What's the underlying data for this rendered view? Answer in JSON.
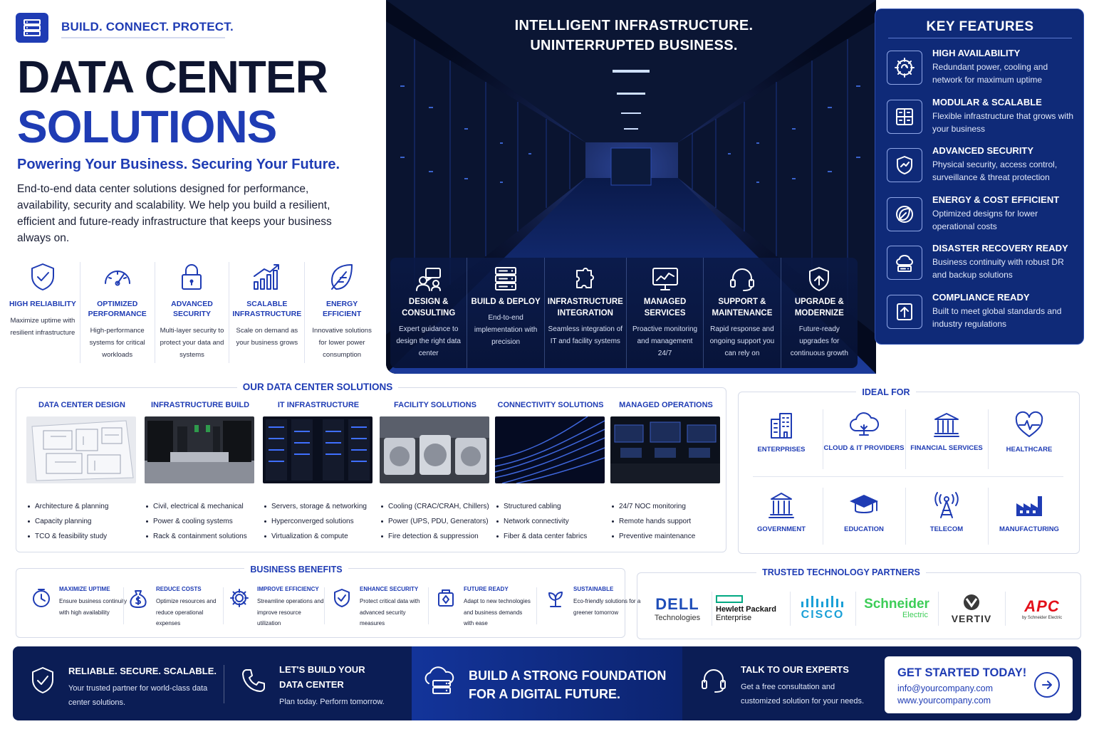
{
  "header": {
    "tagline": "BUILD. CONNECT. PROTECT.",
    "title_line1": "DATA CENTER",
    "title_line2": "SOLUTIONS",
    "subtitle": "Powering Your Business. Securing Your Future.",
    "intro": "End-to-end data center solutions designed for performance, availability, security and scalability. We help you build a resilient, efficient and future-ready infrastructure that keeps your business always on."
  },
  "top_features": [
    {
      "icon": "shield-check-icon",
      "title": "HIGH RELIABILITY",
      "desc": "Maximize uptime with resilient infrastructure"
    },
    {
      "icon": "gauge-icon",
      "title": "OPTIMIZED PERFORMANCE",
      "desc": "High-performance systems for critical workloads"
    },
    {
      "icon": "lock-icon",
      "title": "ADVANCED SECURITY",
      "desc": "Multi-layer security to protect your data and systems"
    },
    {
      "icon": "growth-chart-icon",
      "title": "SCALABLE INFRASTRUCTURE",
      "desc": "Scale on demand as your business grows"
    },
    {
      "icon": "leaf-icon",
      "title": "ENERGY EFFICIENT",
      "desc": "Innovative solutions for lower power consumption"
    }
  ],
  "hero": {
    "title_line1": "INTELLIGENT INFRASTRUCTURE.",
    "title_line2": "UNINTERRUPTED BUSINESS."
  },
  "hero_services": [
    {
      "icon": "consulting-icon",
      "title": "DESIGN & CONSULTING",
      "desc": "Expert guidance to design the right data center"
    },
    {
      "icon": "server-stack-icon",
      "title": "BUILD & DEPLOY",
      "desc": "End-to-end implementation with precision"
    },
    {
      "icon": "puzzle-icon",
      "title": "INFRASTRUCTURE INTEGRATION",
      "desc": "Seamless integration of IT and facility systems"
    },
    {
      "icon": "monitor-chart-icon",
      "title": "MANAGED SERVICES",
      "desc": "Proactive monitoring and management 24/7"
    },
    {
      "icon": "headset-icon",
      "title": "SUPPORT & MAINTENANCE",
      "desc": "Rapid response and ongoing support you can rely on"
    },
    {
      "icon": "shield-upgrade-icon",
      "title": "UPGRADE & MODERNIZE",
      "desc": "Future-ready upgrades for continuous growth"
    }
  ],
  "key_features": {
    "title": "KEY FEATURES",
    "items": [
      {
        "icon": "availability-icon",
        "title": "HIGH AVAILABILITY",
        "desc": "Redundant power, cooling and network for maximum uptime"
      },
      {
        "icon": "modular-icon",
        "title": "MODULAR & SCALABLE",
        "desc": "Flexible infrastructure that grows with your business"
      },
      {
        "icon": "shield-icon",
        "title": "ADVANCED SECURITY",
        "desc": "Physical security, access control, surveillance & threat protection"
      },
      {
        "icon": "energy-icon",
        "title": "ENERGY & COST EFFICIENT",
        "desc": "Optimized designs for lower operational costs"
      },
      {
        "icon": "disaster-recovery-icon",
        "title": "DISASTER RECOVERY READY",
        "desc": "Business continuity with robust DR and backup solutions"
      },
      {
        "icon": "compliance-icon",
        "title": "COMPLIANCE READY",
        "desc": "Built to meet global standards and industry regulations"
      }
    ]
  },
  "solutions": {
    "title": "OUR DATA CENTER SOLUTIONS",
    "columns": [
      {
        "title": "DATA CENTER DESIGN",
        "items": [
          "Architecture & planning",
          "Capacity planning",
          "TCO & feasibility study"
        ]
      },
      {
        "title": "INFRASTRUCTURE BUILD",
        "items": [
          "Civil, electrical & mechanical",
          "Power & cooling systems",
          "Rack & containment solutions"
        ]
      },
      {
        "title": "IT INFRASTRUCTURE",
        "items": [
          "Servers, storage & networking",
          "Hyperconverged solutions",
          "Virtualization & compute"
        ]
      },
      {
        "title": "FACILITY SOLUTIONS",
        "items": [
          "Cooling (CRAC/CRAH, Chillers)",
          "Power (UPS, PDU, Generators)",
          "Fire detection & suppression"
        ]
      },
      {
        "title": "CONNECTIVITY SOLUTIONS",
        "items": [
          "Structured cabling",
          "Network connectivity",
          "Fiber & data center fabrics"
        ]
      },
      {
        "title": "MANAGED OPERATIONS",
        "items": [
          "24/7 NOC monitoring",
          "Remote hands support",
          "Preventive maintenance"
        ]
      }
    ]
  },
  "ideal_for": {
    "title": "IDEAL FOR",
    "items": [
      {
        "icon": "building-icon",
        "label": "ENTERPRISES"
      },
      {
        "icon": "cloud-icon",
        "label": "CLOUD & IT PROVIDERS"
      },
      {
        "icon": "bank-icon",
        "label": "FINANCIAL SERVICES"
      },
      {
        "icon": "heart-pulse-icon",
        "label": "HEALTHCARE"
      },
      {
        "icon": "government-icon",
        "label": "GOVERNMENT"
      },
      {
        "icon": "graduation-cap-icon",
        "label": "EDUCATION"
      },
      {
        "icon": "antenna-icon",
        "label": "TELECOM"
      },
      {
        "icon": "factory-icon",
        "label": "MANUFACTURING"
      }
    ]
  },
  "benefits": {
    "title": "BUSINESS BENEFITS",
    "items": [
      {
        "icon": "clock-icon",
        "title": "MAXIMIZE UPTIME",
        "desc": "Ensure business continuity with high availability"
      },
      {
        "icon": "money-bag-icon",
        "title": "REDUCE COSTS",
        "desc": "Optimize resources and reduce operational expenses"
      },
      {
        "icon": "cog-icon",
        "title": "IMPROVE EFFICIENCY",
        "desc": "Streamline operations and improve resource utilization"
      },
      {
        "icon": "shield-icon",
        "title": "ENHANCE SECURITY",
        "desc": "Protect critical data with advanced security measures"
      },
      {
        "icon": "rocket-icon",
        "title": "FUTURE READY",
        "desc": "Adapt to new technologies and business demands with ease"
      },
      {
        "icon": "eco-icon",
        "title": "SUSTAINABLE",
        "desc": "Eco-friendly solutions for a greener tomorrow"
      }
    ]
  },
  "partners": {
    "title": "TRUSTED TECHNOLOGY PARTNERS",
    "dell": {
      "name": "DELL",
      "sub": "Technologies"
    },
    "hpe": {
      "line1": "Hewlett Packard",
      "line2": "Enterprise"
    },
    "cisco": {
      "name": "CISCO"
    },
    "schneider": {
      "name": "Schneider",
      "sub": "Electric"
    },
    "vertiv": {
      "name": "VERTIV"
    },
    "apc": {
      "name": "APC",
      "sub": "by Schneider Electric"
    }
  },
  "footer": {
    "b1": {
      "title": "RELIABLE. SECURE. SCALABLE.",
      "desc": "Your trusted partner for world-class data center solutions."
    },
    "b2": {
      "title": "LET'S BUILD YOUR DATA CENTER",
      "desc": "Plan today. Perform tomorrow."
    },
    "b3": {
      "title": "BUILD A STRONG FOUNDATION FOR A DIGITAL FUTURE."
    },
    "b4": {
      "title": "TALK TO OUR EXPERTS",
      "desc": "Get a free consultation and customized solution for your needs."
    },
    "cta": {
      "title": "GET STARTED TODAY!",
      "email": "info@yourcompany.com",
      "web": "www.yourcompany.com"
    }
  },
  "colors": {
    "brand": "#1f3cb4",
    "navy": "#0b1d55",
    "dark": "#0e1530"
  }
}
